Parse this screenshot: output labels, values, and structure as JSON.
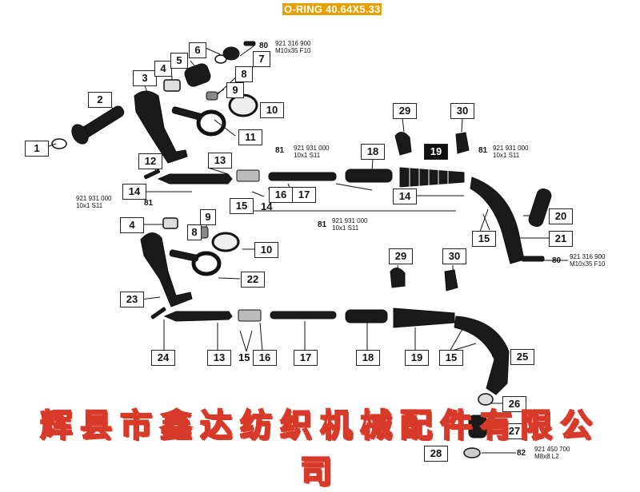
{
  "title": "O-RING 40.64X5.33",
  "watermark": "辉县市鑫达纺织机械配件有限公司",
  "colors": {
    "callout_border": "#222222",
    "part_fill": "#1a1a1a",
    "watermark": "#d83a2a",
    "title_bg": "#e8a000"
  },
  "callouts": {
    "c1": "1",
    "c2": "2",
    "c3": "3",
    "c4a": "4",
    "c4b": "4",
    "c5": "5",
    "c6": "6",
    "c7": "7",
    "c8a": "8",
    "c8b": "8",
    "c9a": "9",
    "c9b": "9",
    "c10a": "10",
    "c10b": "10",
    "c11": "11",
    "c12": "12",
    "c13a": "13",
    "c13b": "13",
    "c14a": "14",
    "c14b": "14",
    "c15a": "15",
    "c15b": "15",
    "c15c": "15",
    "c15d": "15",
    "c16a": "16",
    "c16b": "16",
    "c17a": "17",
    "c17b": "17",
    "c18a": "18",
    "c18b": "18",
    "c19a": "19",
    "c19b": "19",
    "c20": "20",
    "c21": "21",
    "c22": "22",
    "c23": "23",
    "c24": "24",
    "c25": "25",
    "c26": "26",
    "c27": "27",
    "c28": "28",
    "c29a": "29",
    "c29b": "29",
    "c30a": "30",
    "c30b": "30"
  },
  "plain_labels": {
    "p80a": "80",
    "p80b": "80",
    "p81a": "81",
    "p81b": "81",
    "p81c": "81",
    "p81d": "81",
    "p14c": "14",
    "p82": "82"
  },
  "specs": {
    "s1": "921 316 900\nM10x35 F10",
    "s2": "921 931 000\n10x1 S11",
    "s3": "921 931 000\n10x1 S11",
    "s4": "921 931 000\n10x1 S11",
    "s5": "921 931 000\n10x1 S11",
    "s6": "921 316 900\nM10x35 F10",
    "s7": "921 450 700\nM8x8 L2"
  }
}
